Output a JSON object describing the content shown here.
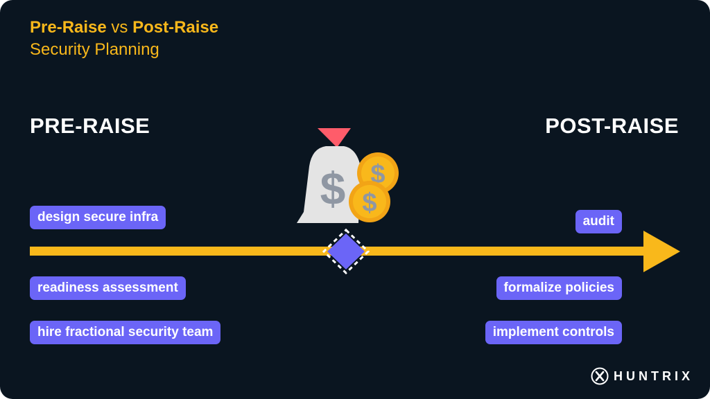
{
  "title": {
    "part1": "Pre-Raise",
    "vs": "vs",
    "part2": "Post-Raise",
    "subtitle": "Security Planning"
  },
  "headings": {
    "left": "PRE-RAISE",
    "right": "POST-RAISE"
  },
  "pre_raise_items": {
    "above": [
      "design secure infra"
    ],
    "below": [
      "readiness assessment",
      "hire fractional security team"
    ]
  },
  "post_raise_items": {
    "above": [
      "audit"
    ],
    "below": [
      "formalize policies",
      "implement controls"
    ]
  },
  "icons": {
    "money": "money-bag-with-dollar-coins-icon",
    "milestone": "diamond-milestone-icon",
    "logo": "huntrix-logo-icon"
  },
  "colors": {
    "background": "#0a1520",
    "accent": "#f9b81b",
    "pill": "#6b65f7",
    "ribbon": "#ff5c6a",
    "coin": "#f9b81b",
    "text": "#ffffff"
  },
  "brand": {
    "name": "HUNTRIX"
  }
}
